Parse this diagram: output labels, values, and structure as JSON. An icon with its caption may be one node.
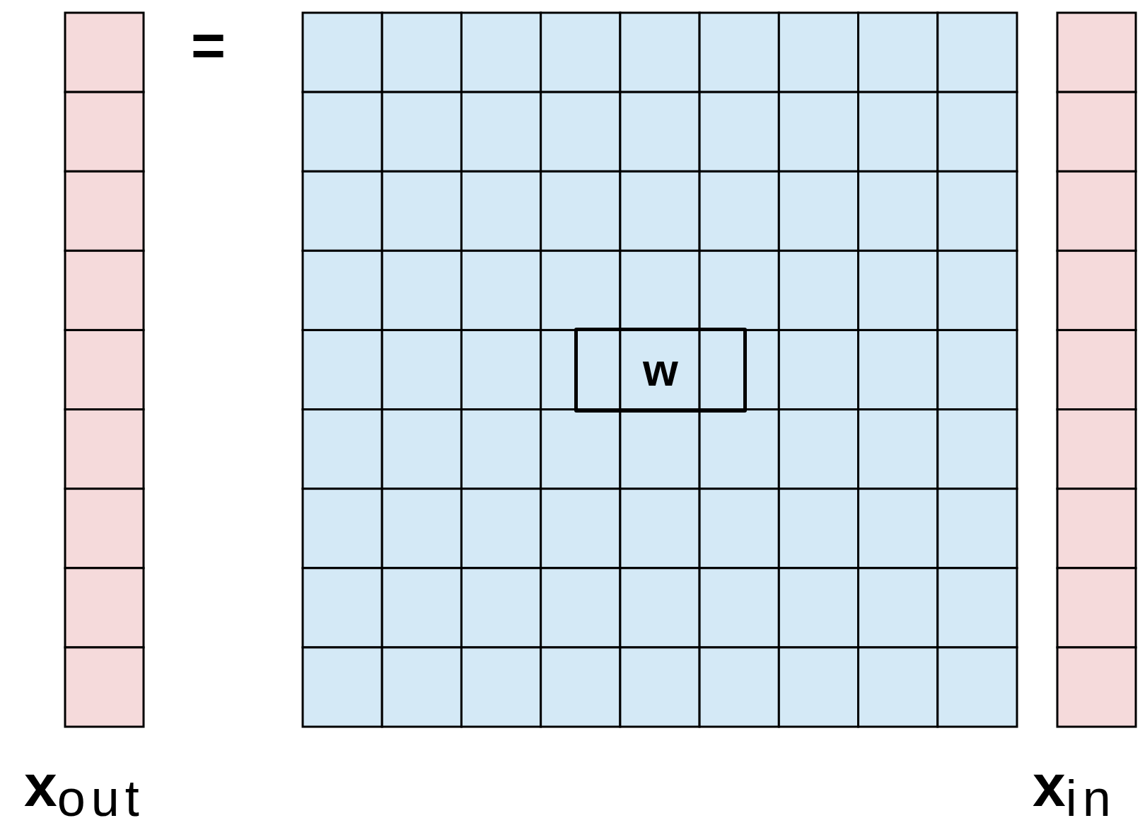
{
  "diagram": {
    "nodes": [
      {
        "text": [
          "w"
        ]
      }
    ],
    "labels": [
      "=",
      "**x**$_{out}$",
      "**x**$_{in}$"
    ]
  }
}
